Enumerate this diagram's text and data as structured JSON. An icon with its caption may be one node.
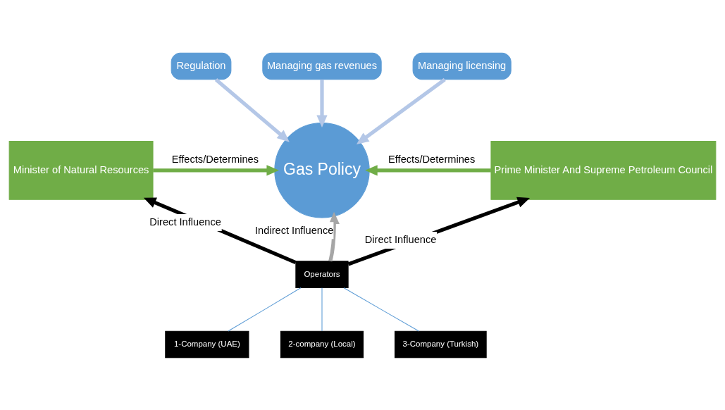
{
  "diagram": {
    "nodes": [
      {
        "text": [
          "Regulation"
        ]
      },
      {
        "text": [
          "Managing gas revenues"
        ]
      },
      {
        "text": [
          "Managing licensing"
        ]
      },
      {
        "text": [
          "Minister of Natural Resources"
        ]
      },
      {
        "text": [
          "Gas Policy"
        ]
      },
      {
        "text": [
          "Prime Minister And Supreme Petroleum Council"
        ]
      },
      {
        "text": [
          "Operators"
        ]
      },
      {
        "text": [
          "1-Company (UAE)"
        ]
      },
      {
        "text": [
          "2-company (Local)"
        ]
      },
      {
        "text": [
          "3-Company (Turkish)"
        ]
      }
    ],
    "edges": [
      {
        "from": 0,
        "to": 4,
        "arrow": "to",
        "color": "#b4c7e7"
      },
      {
        "from": 1,
        "to": 4,
        "arrow": "to",
        "color": "#b4c7e7"
      },
      {
        "from": 2,
        "to": 4,
        "arrow": "to",
        "color": "#b4c7e7"
      },
      {
        "from": 3,
        "to": 4,
        "arrow": "to",
        "label": "Effects/Determines",
        "color": "#70ad47"
      },
      {
        "from": 5,
        "to": 4,
        "arrow": "to",
        "label": "Effects/Determines",
        "color": "#70ad47"
      },
      {
        "from": 6,
        "to": 3,
        "arrow": "to",
        "label": "Direct Influence",
        "color": "#000000"
      },
      {
        "from": 6,
        "to": 4,
        "arrow": "to",
        "label": "Indirect Influence",
        "color": "#a6a6a6"
      },
      {
        "from": 6,
        "to": 5,
        "arrow": "to",
        "label": "Direct Influence",
        "color": "#000000"
      },
      {
        "from": 6,
        "to": 7,
        "arrow": "none"
      },
      {
        "from": 6,
        "to": 8,
        "arrow": "none"
      },
      {
        "from": 6,
        "to": 9,
        "arrow": "none"
      }
    ]
  }
}
